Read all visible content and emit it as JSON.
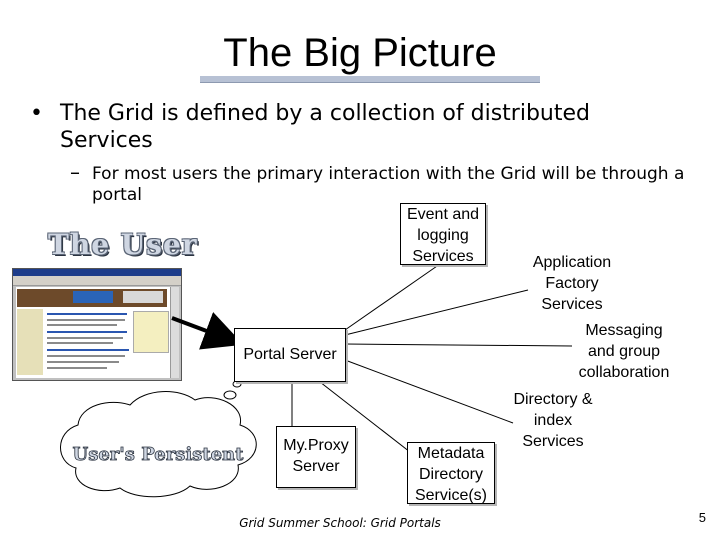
{
  "slide": {
    "title": "The Big Picture",
    "bullet_mark": "•",
    "sub_mark": "–",
    "bullet_1": "The Grid is defined by a collection of distributed Services",
    "bullet_2": "For most users the primary interaction with the Grid will be through a portal",
    "user_label": "The User",
    "persistent_label": "User's Persistent",
    "footer": "Grid Summer School: Grid Portals",
    "page_number": "5"
  },
  "diagram": {
    "nodes": {
      "event": "Event and logging Services",
      "appfactory": "Application Factory Services",
      "messaging": "Messaging and group collaboration",
      "portal": "Portal Server",
      "directory": "Directory & index Services",
      "myproxy": "My.Proxy Server",
      "metadata": "Metadata Directory Service(s)"
    },
    "edges": [
      {
        "from": "portal",
        "to": "event"
      },
      {
        "from": "portal",
        "to": "appfactory"
      },
      {
        "from": "portal",
        "to": "messaging"
      },
      {
        "from": "portal",
        "to": "directory"
      },
      {
        "from": "portal",
        "to": "myproxy"
      },
      {
        "from": "portal",
        "to": "metadata"
      },
      {
        "from": "user",
        "to": "portal",
        "arrow": true
      }
    ]
  }
}
